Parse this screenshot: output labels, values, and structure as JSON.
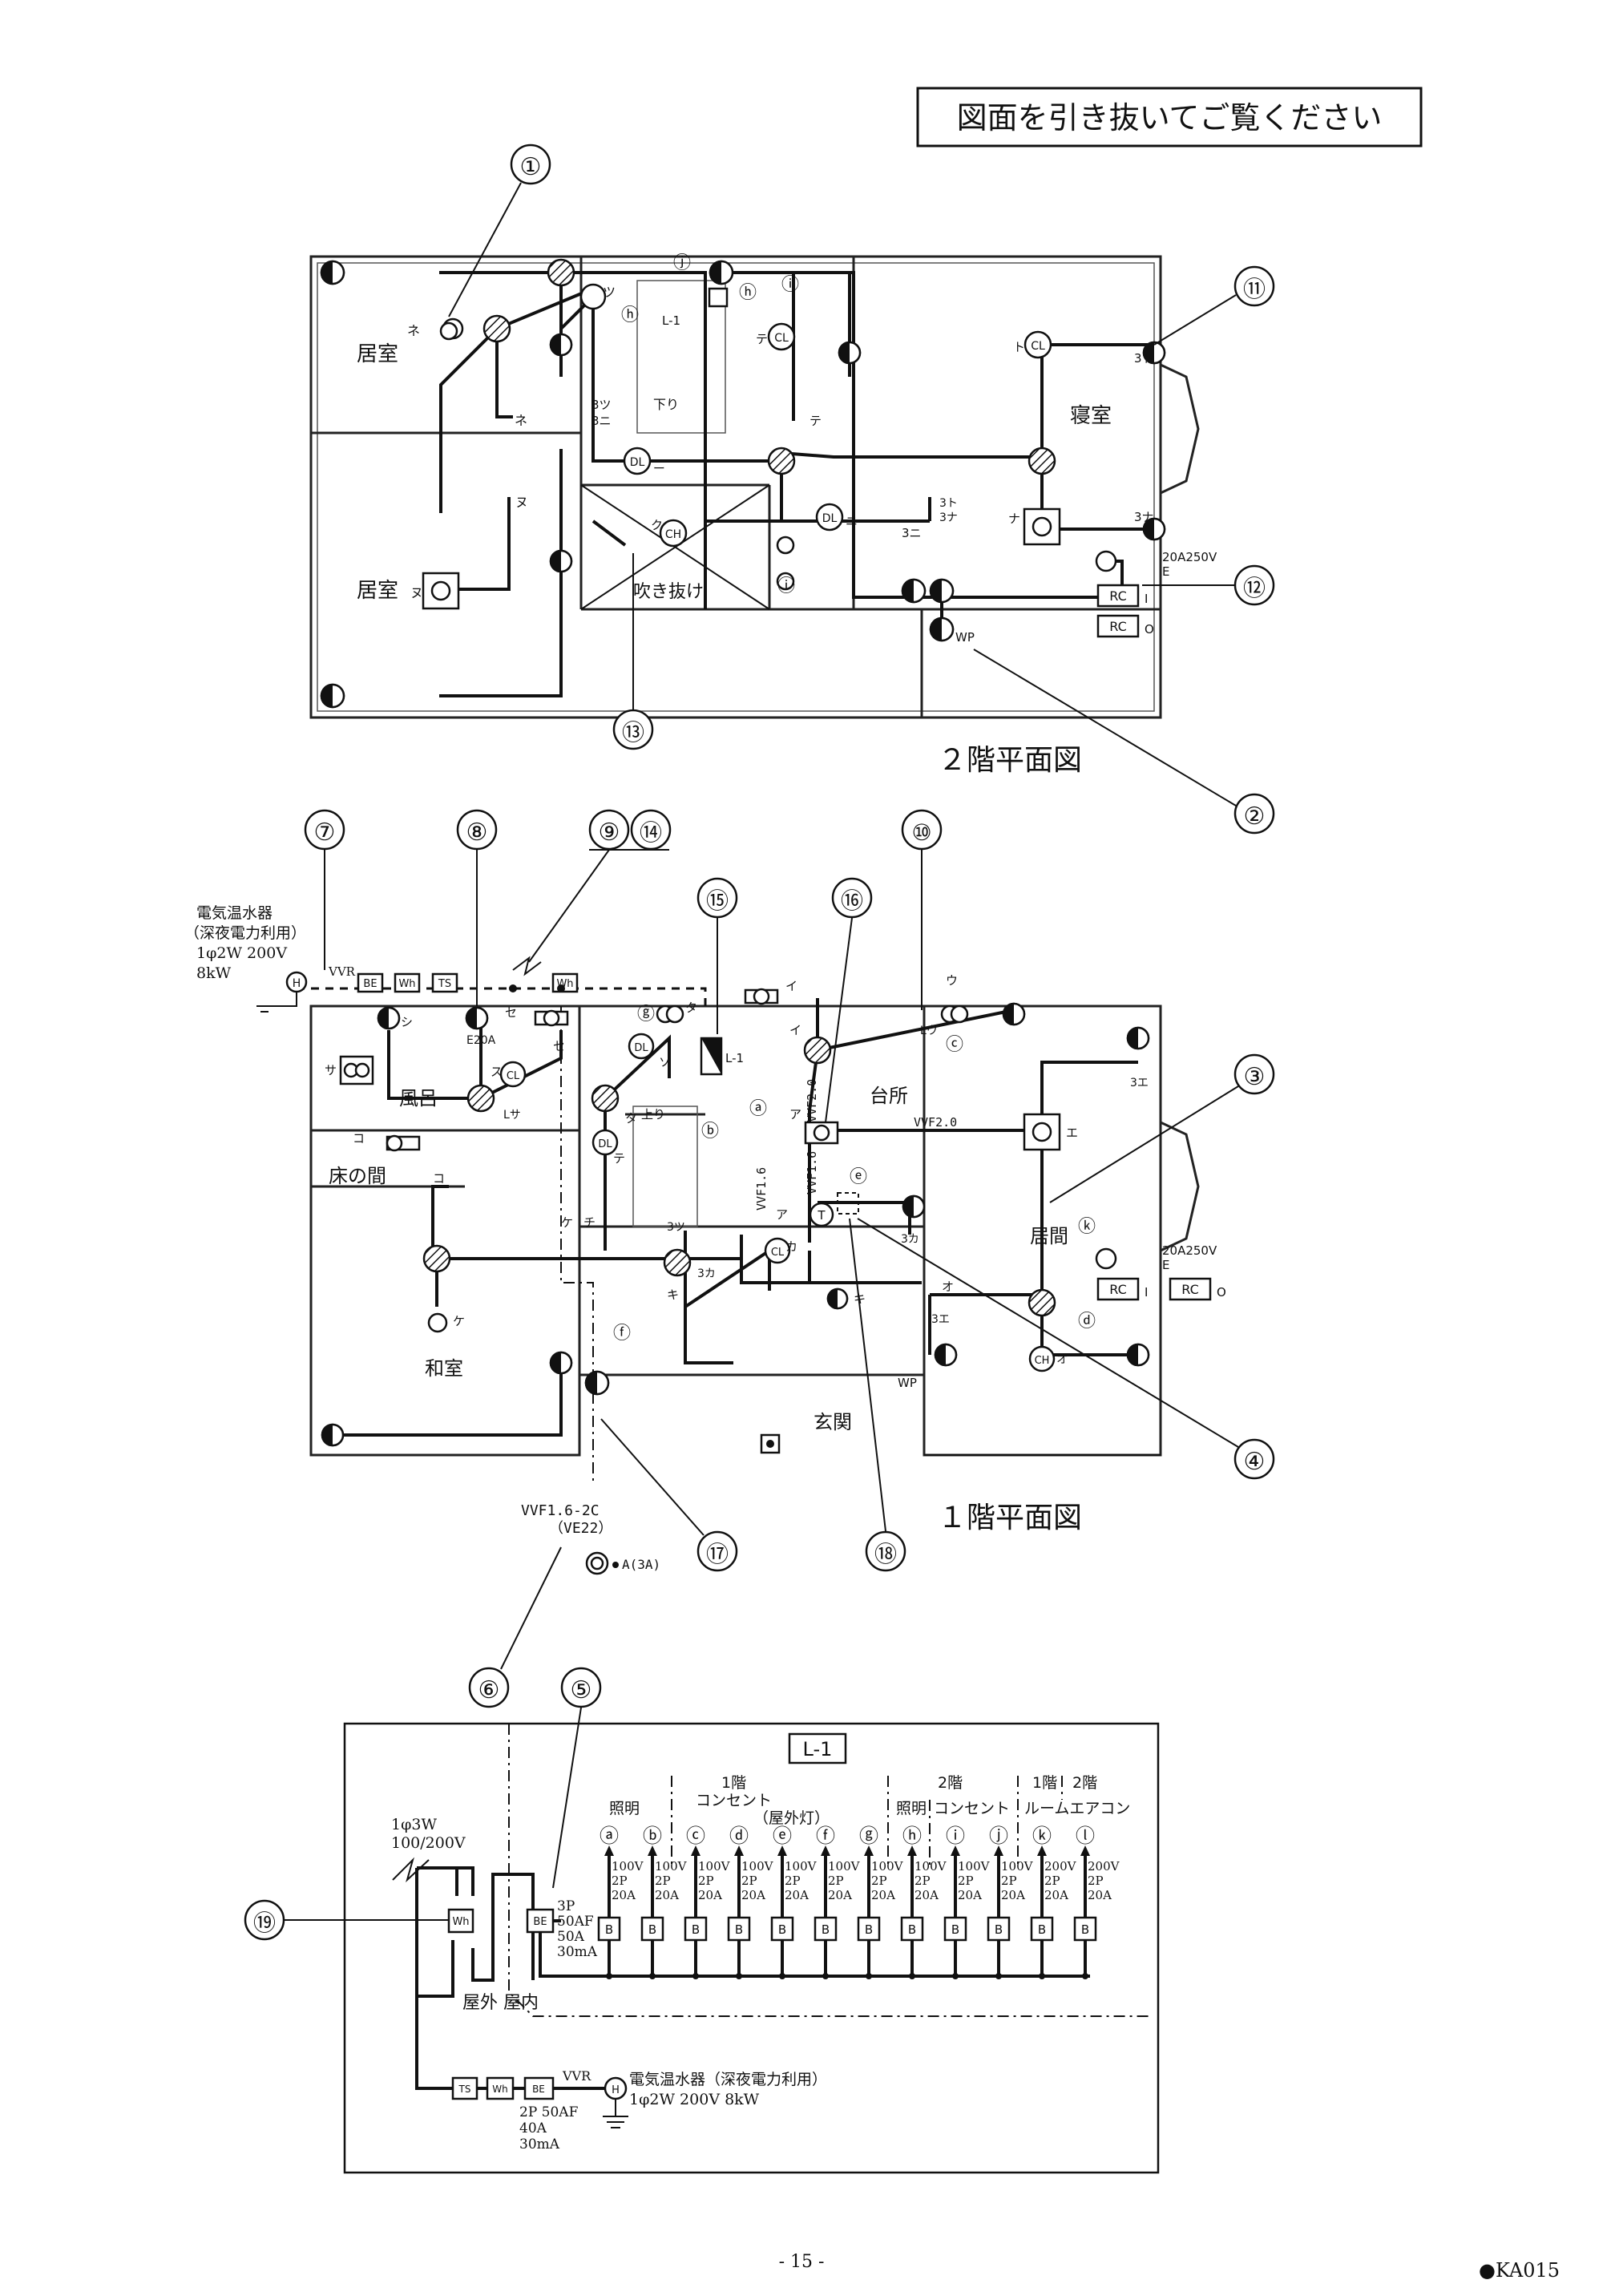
{
  "header": {
    "notice": "図面を引き抜いてご覧ください"
  },
  "floor2": {
    "title": "２階平面図",
    "rooms": {
      "living_a": "居室",
      "living_b": "居室",
      "bedroom": "寝室",
      "atrium": "吹き抜け",
      "stairs_down": "下り"
    },
    "labels": {
      "ne": "ネ",
      "nu": "ヌ",
      "tsu": "ツ",
      "tsu3": "3ツ",
      "ni3": "3ニ",
      "ni": "ニ",
      "te": "テ",
      "to": "ト",
      "to3": "3ト",
      "na": "ナ",
      "na3": "3ナ",
      "ku": "ク",
      "panel": "L-1",
      "wp": "WP",
      "outlet_rating": "20A250V",
      "outlet_e": "E",
      "rc_i": "I",
      "rc_o": "O"
    },
    "symbols": {
      "cl": "CL",
      "dl": "DL",
      "ch": "CH",
      "rc": "RC"
    },
    "circuits": {
      "h": "ⓗ",
      "i": "ⓘ",
      "j": "ⓙ"
    }
  },
  "floor1": {
    "title": "１階平面図",
    "rooms": {
      "bath": "風呂",
      "tokonoma": "床の間",
      "washitsu": "和室",
      "kitchen": "台所",
      "living": "居間",
      "entrance": "玄関",
      "stairs_up": "上り"
    },
    "water_heater": {
      "line1": "電気温水器",
      "line2": "（深夜電力利用）",
      "line3": "1φ2W 200V",
      "line4": "8kW"
    },
    "meters": {
      "h": "H",
      "be": "BE",
      "wh": "Wh",
      "ts": "TS",
      "vvr": "VVR"
    },
    "labels": {
      "shi": "シ",
      "sa": "サ",
      "se": "セ",
      "su": "ス",
      "e20a": "E20A",
      "ko": "コ",
      "ke": "ケ",
      "chi": "チ",
      "so": "ソ",
      "ta": "タ",
      "lsa": "Lサ",
      "i": "イ",
      "u": "ウ",
      "lu": "Lウ",
      "a": "ア",
      "e": "エ",
      "e3": "3エ",
      "ka": "カ",
      "ka3": "3カ",
      "ki": "キ",
      "o": "オ",
      "tsu3": "3ツ",
      "te": "テ",
      "vvf20a": "VVF2.0",
      "vvf20b": "VVF2.0",
      "vvf16a": "VVF1.6",
      "vvf16b": "VVF1.6",
      "outlet_rating": "20A250V",
      "outlet_e": "E",
      "rc_i": "I",
      "rc_o": "O",
      "wp": "WP",
      "buried1": "VVF1.6-2C",
      "buried2": "（VE22）",
      "lamp_a": "A(3A)",
      "t": "T",
      "panel": "L-1"
    },
    "circuits": {
      "a": "ⓐ",
      "b": "ⓑ",
      "c": "ⓒ",
      "d": "ⓓ",
      "e": "ⓔ",
      "f": "ⓕ",
      "g": "ⓖ",
      "k": "ⓚ"
    }
  },
  "callouts": [
    "①",
    "②",
    "③",
    "④",
    "⑤",
    "⑥",
    "⑦",
    "⑧",
    "⑨",
    "⑩",
    "⑪",
    "⑫",
    "⑬",
    "⑭",
    "⑮",
    "⑯",
    "⑰",
    "⑱",
    "⑲"
  ],
  "panel_diagram": {
    "title": "L-1",
    "supply": "1φ3W",
    "supply_voltage": "100/200V",
    "main_breaker": {
      "label": "BE",
      "spec1": "3P",
      "spec2": "50AF",
      "spec3": "50A",
      "spec4": "30mA"
    },
    "outdoor": "屋外",
    "indoor": "屋内",
    "group_1f": "1階",
    "group_outlet": "コンセント",
    "group_outdoor_light": "（屋外灯）",
    "group_2f": "2階",
    "group_ac_1f": "1階",
    "group_ac_2f": "2階",
    "label_lighting_1f": "照明",
    "label_lighting_2f": "照明",
    "label_outlet_2f": "コンセント",
    "label_aircon": "ルームエアコン",
    "circuits": [
      {
        "id": "ⓐ",
        "v": "100V",
        "p": "2P",
        "a": "20A"
      },
      {
        "id": "ⓑ",
        "v": "100V",
        "p": "2P",
        "a": "20A"
      },
      {
        "id": "ⓒ",
        "v": "100V",
        "p": "2P",
        "a": "20A"
      },
      {
        "id": "ⓓ",
        "v": "100V",
        "p": "2P",
        "a": "20A"
      },
      {
        "id": "ⓔ",
        "v": "100V",
        "p": "2P",
        "a": "20A"
      },
      {
        "id": "ⓕ",
        "v": "100V",
        "p": "2P",
        "a": "20A"
      },
      {
        "id": "ⓖ",
        "v": "100V",
        "p": "2P",
        "a": "20A"
      },
      {
        "id": "ⓗ",
        "v": "100V",
        "p": "2P",
        "a": "20A"
      },
      {
        "id": "ⓘ",
        "v": "100V",
        "p": "2P",
        "a": "20A"
      },
      {
        "id": "ⓙ",
        "v": "100V",
        "p": "2P",
        "a": "20A"
      },
      {
        "id": "ⓚ",
        "v": "200V",
        "p": "2P",
        "a": "20A"
      },
      {
        "id": "ⓛ",
        "v": "200V",
        "p": "2P",
        "a": "20A"
      }
    ],
    "breaker_label": "B",
    "heater_label": "電気温水器（深夜電力利用）",
    "heater_spec": "1φ2W 200V 8kW",
    "heater_breaker": {
      "spec1": "2P 50AF",
      "spec2": "40A",
      "spec3": "30mA"
    },
    "meter_wh": "Wh",
    "meter_ts": "TS",
    "meter_be": "BE",
    "meter_h": "H",
    "vvr": "VVR"
  },
  "footer": {
    "page": "- 15 -",
    "code": "●KA015"
  }
}
